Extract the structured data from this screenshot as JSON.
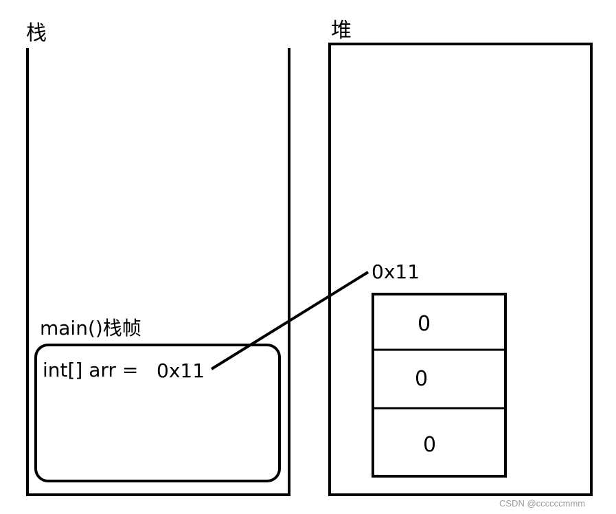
{
  "stack": {
    "title": "栈",
    "frame_label": "main()栈帧",
    "variable_decl": "int[] arr =",
    "variable_value": "0x11"
  },
  "heap": {
    "title": "堆",
    "array_address": "0x11",
    "array_cells": [
      "0",
      "0",
      "0"
    ]
  },
  "watermark": "CSDN @ccccccmmm"
}
